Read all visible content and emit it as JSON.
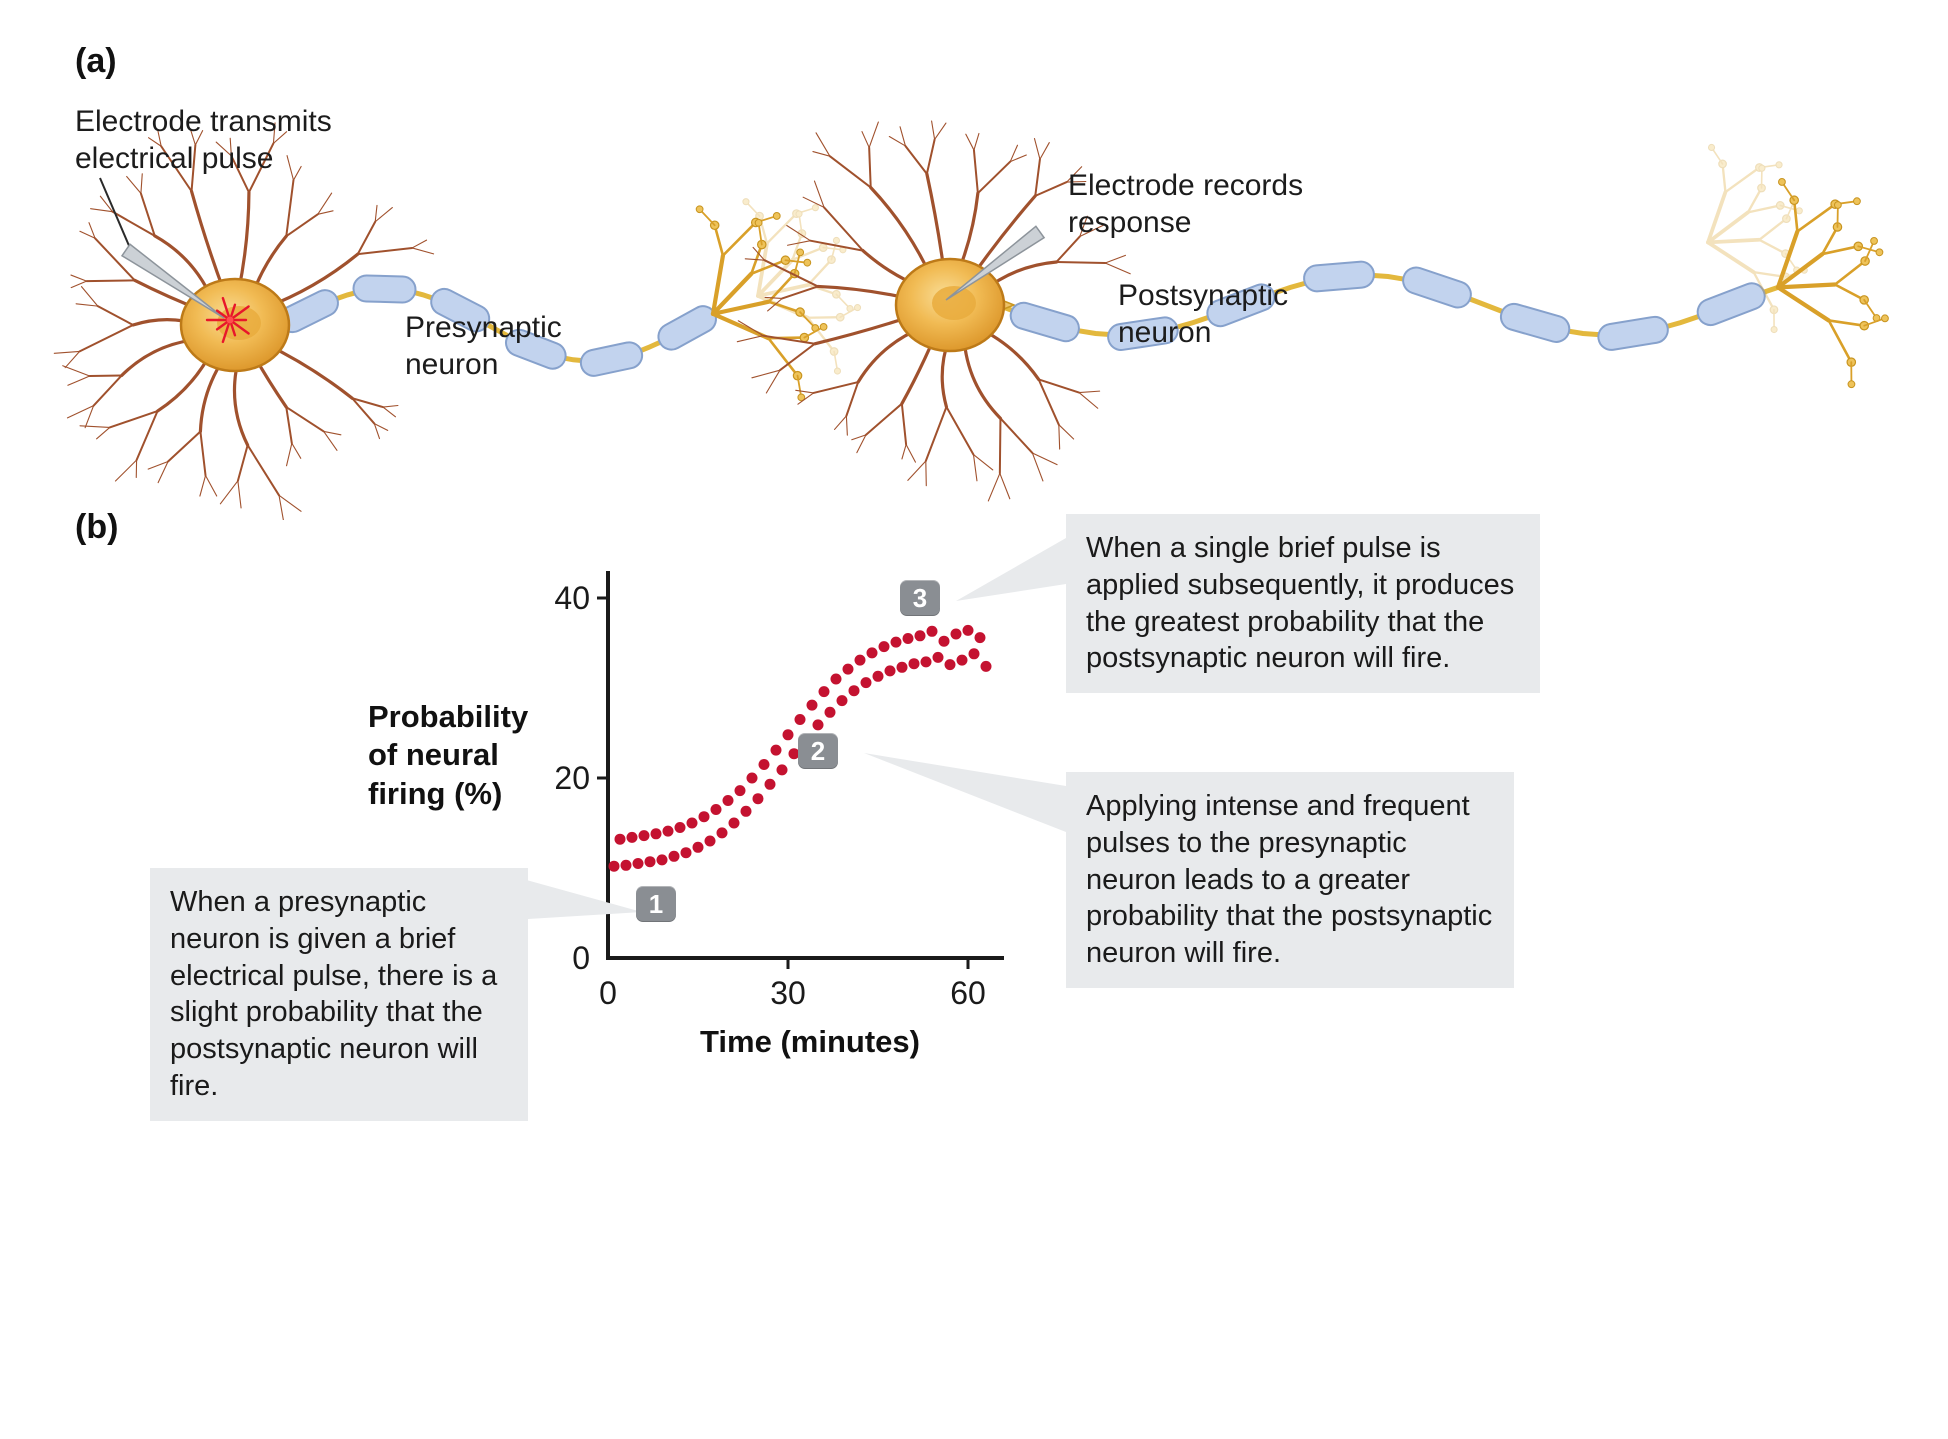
{
  "panel_a": {
    "label": "(a)",
    "electrode_transmits_label": "Electrode transmits electrical pulse",
    "presynaptic_label": "Presynaptic neuron",
    "electrode_records_label": "Electrode records response",
    "postsynaptic_label": "Postsynaptic neuron"
  },
  "panel_b": {
    "label": "(b)",
    "y_axis_label_lines": [
      "Probability",
      "of neural",
      "firing (%)"
    ],
    "x_axis_label": "Time (minutes)",
    "callouts": [
      {
        "number": "1",
        "text": "When a presynaptic neuron is given a brief electrical pulse, there is a slight probability that the postsynaptic neuron will fire."
      },
      {
        "number": "2",
        "text": "Applying intense and frequent pulses to the presynaptic neuron leads to a greater probability that the postsynaptic neuron will fire."
      },
      {
        "number": "3",
        "text": "When a single brief pulse is applied subsequently, it produces the greatest probability that the postsynaptic neuron will fire."
      }
    ]
  },
  "chart_data": {
    "type": "scatter",
    "title": "",
    "xlabel": "Time (minutes)",
    "ylabel": "Probability of neural firing (%)",
    "xlim": [
      0,
      66
    ],
    "ylim": [
      0,
      43
    ],
    "xticks": [
      0,
      30,
      60
    ],
    "yticks": [
      0,
      20,
      40
    ],
    "grid": false,
    "point_color": "#c41230",
    "points": [
      [
        1,
        10.2
      ],
      [
        3,
        10.3
      ],
      [
        5,
        10.5
      ],
      [
        7,
        10.7
      ],
      [
        9,
        10.9
      ],
      [
        11,
        11.3
      ],
      [
        13,
        11.7
      ],
      [
        15,
        12.3
      ],
      [
        17,
        13.0
      ],
      [
        19,
        13.9
      ],
      [
        21,
        15.0
      ],
      [
        23,
        16.3
      ],
      [
        25,
        17.7
      ],
      [
        27,
        19.3
      ],
      [
        29,
        20.9
      ],
      [
        31,
        22.7
      ],
      [
        33,
        24.3
      ],
      [
        35,
        25.9
      ],
      [
        37,
        27.3
      ],
      [
        39,
        28.6
      ],
      [
        41,
        29.7
      ],
      [
        43,
        30.6
      ],
      [
        45,
        31.3
      ],
      [
        47,
        31.9
      ],
      [
        49,
        32.3
      ],
      [
        51,
        32.7
      ],
      [
        53,
        32.9
      ],
      [
        55,
        33.4
      ],
      [
        57,
        32.6
      ],
      [
        59,
        33.1
      ],
      [
        61,
        33.8
      ],
      [
        63,
        32.4
      ],
      [
        2,
        13.2
      ],
      [
        4,
        13.4
      ],
      [
        6,
        13.6
      ],
      [
        8,
        13.8
      ],
      [
        10,
        14.1
      ],
      [
        12,
        14.5
      ],
      [
        14,
        15.0
      ],
      [
        16,
        15.7
      ],
      [
        18,
        16.5
      ],
      [
        20,
        17.5
      ],
      [
        22,
        18.6
      ],
      [
        24,
        20.0
      ],
      [
        26,
        21.5
      ],
      [
        28,
        23.1
      ],
      [
        30,
        24.8
      ],
      [
        32,
        26.5
      ],
      [
        34,
        28.1
      ],
      [
        36,
        29.6
      ],
      [
        38,
        31.0
      ],
      [
        40,
        32.1
      ],
      [
        42,
        33.1
      ],
      [
        44,
        33.9
      ],
      [
        46,
        34.6
      ],
      [
        48,
        35.1
      ],
      [
        50,
        35.5
      ],
      [
        52,
        35.8
      ],
      [
        54,
        36.3
      ],
      [
        56,
        35.2
      ],
      [
        58,
        36.0
      ],
      [
        60,
        36.4
      ],
      [
        62,
        35.6
      ]
    ],
    "annotations": [
      {
        "label": "1",
        "t": 8,
        "p": 6
      },
      {
        "label": "2",
        "t": 35,
        "p": 23
      },
      {
        "label": "3",
        "t": 52,
        "p": 40
      }
    ]
  }
}
